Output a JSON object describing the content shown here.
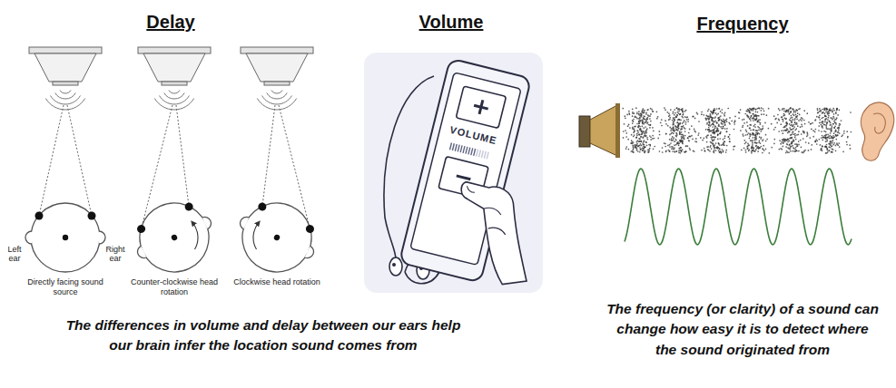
{
  "diagram": {
    "labels": [
      "Delay",
      "Volume",
      "Frequency",
      "Left ear",
      "Right ear",
      "Directly facing sound source",
      "Counter-clockwise head rotation",
      "Clockwise head rotation",
      "VOLUME",
      "The differences in volume and delay between our ears help our brain infer the location sound comes from",
      "The frequency (or clarity) of a sound can change how easy it is to detect where the sound originated from"
    ]
  }
}
